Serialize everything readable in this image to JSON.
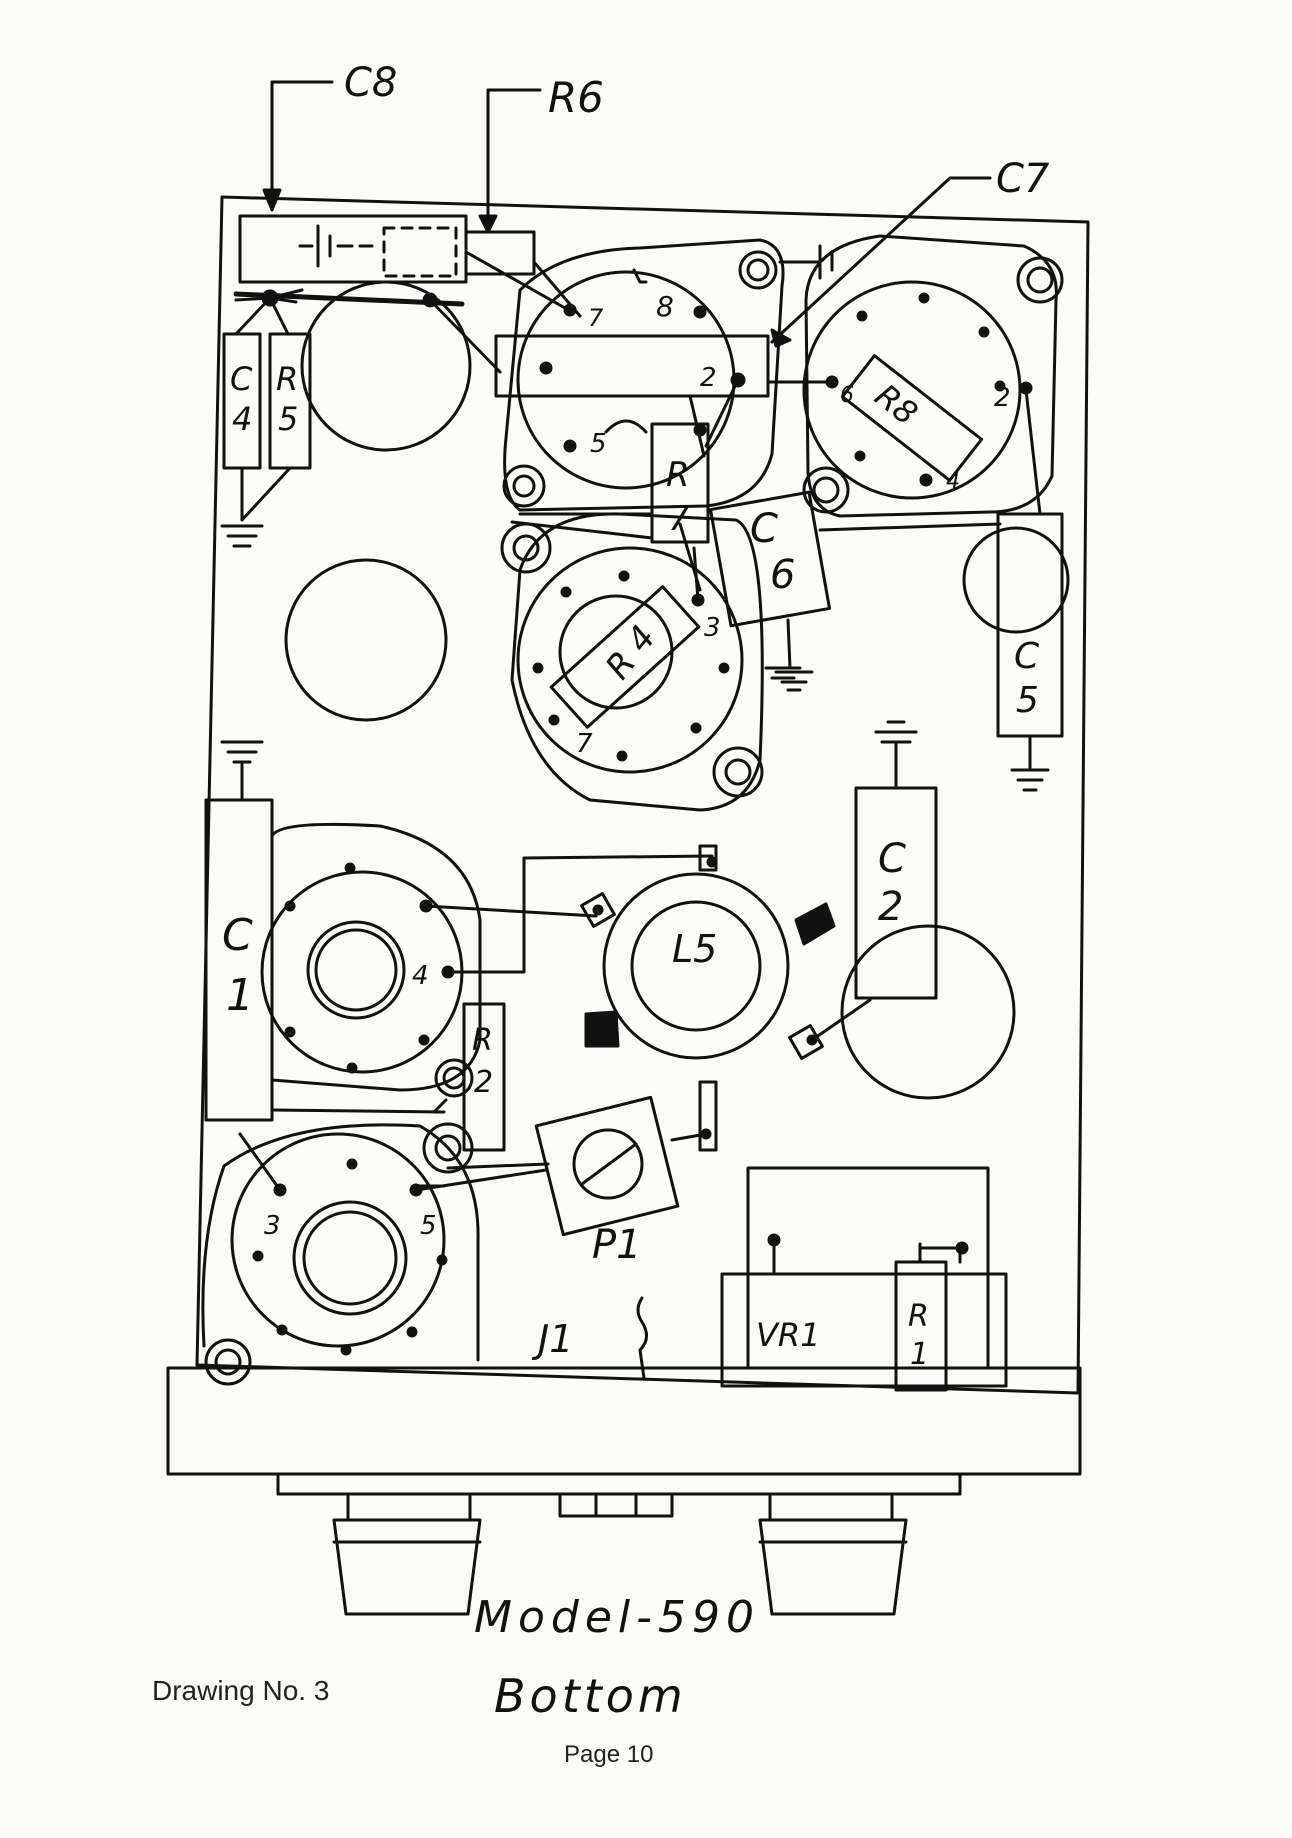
{
  "drawing": {
    "callouts": {
      "c8": "C8",
      "r6": "R6",
      "c7": "C7"
    },
    "components": {
      "c4": [
        "C",
        "4"
      ],
      "r5": [
        "R",
        "5"
      ],
      "r8": "R8",
      "r7": [
        "R",
        "7"
      ],
      "c6": [
        "C",
        "6"
      ],
      "r4": [
        "R",
        "4"
      ],
      "c5": [
        "C",
        "5"
      ],
      "c1": [
        "C",
        "1"
      ],
      "r2": [
        "R",
        "2"
      ],
      "c2": [
        "C",
        "2"
      ],
      "l5": "L5",
      "p1": "P1",
      "j1": "J1",
      "vr1": "VR1",
      "r1": [
        "R",
        "1"
      ]
    },
    "pins": {
      "v2_7": "7",
      "v2_8": "8",
      "v2_5": "5",
      "v2_2": "2",
      "v3_6": "6",
      "v3_2": "2",
      "v3_4": "4",
      "v1_3": "3",
      "v1_7": "7",
      "v4_4": "4",
      "v5_3": "3",
      "v5_5": "5"
    },
    "title": "Model-590",
    "subtitle": "Bottom",
    "drawing_number": "Drawing No. 3",
    "page": "Page 10"
  },
  "colors": {
    "ink": "#111111",
    "paper": "#fbfbf8"
  }
}
